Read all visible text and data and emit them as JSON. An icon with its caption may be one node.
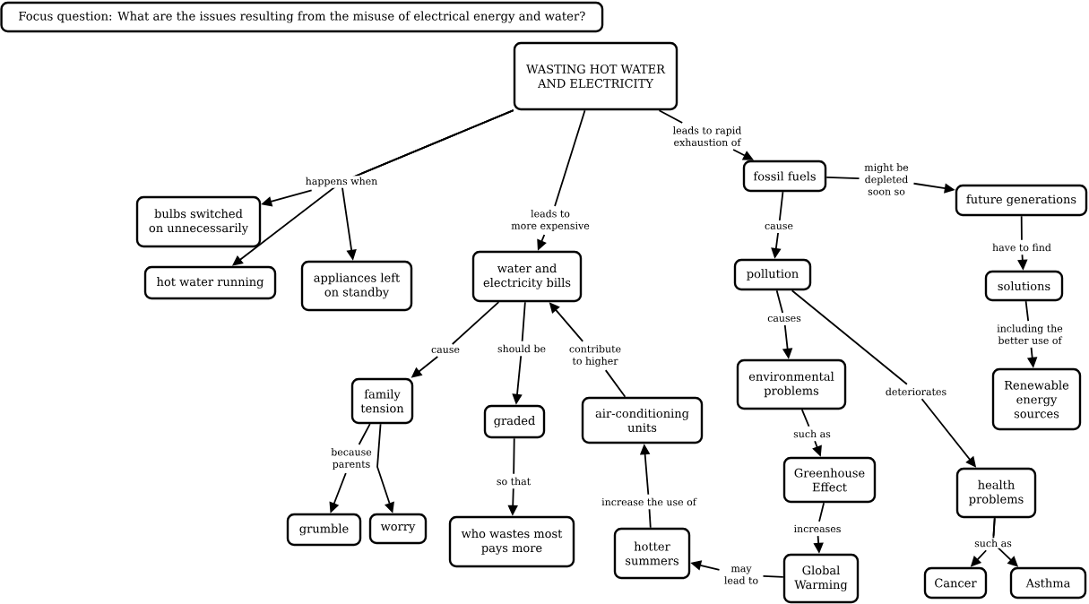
{
  "diagram": {
    "nodes": [
      {
        "text": [
          "Focus question: What are the issues resulting from the misuse of electrical energy and water?"
        ]
      },
      {
        "text": [
          "WASTING HOT WATER AND ELECTRICITY"
        ]
      },
      {
        "text": [
          "fossil fuels"
        ]
      },
      {
        "text": [
          "future generations"
        ]
      },
      {
        "text": [
          "bulbs switched on unnecessarily"
        ]
      },
      {
        "text": [
          "water and electricity bills"
        ]
      },
      {
        "text": [
          "pollution"
        ]
      },
      {
        "text": [
          "appliances left on standby"
        ]
      },
      {
        "text": [
          "hot water running"
        ]
      },
      {
        "text": [
          "solutions"
        ]
      },
      {
        "text": [
          "environmental problems"
        ]
      },
      {
        "text": [
          "Renewable energy sources"
        ]
      },
      {
        "text": [
          "family tension"
        ]
      },
      {
        "text": [
          "air-conditioning units"
        ]
      },
      {
        "text": [
          "graded"
        ]
      },
      {
        "text": [
          "Greenhouse Effect"
        ]
      },
      {
        "text": [
          "health problems"
        ]
      },
      {
        "text": [
          "grumble"
        ]
      },
      {
        "text": [
          "worry"
        ]
      },
      {
        "text": [
          "who wastes most pays more"
        ]
      },
      {
        "text": [
          "hotter summers"
        ]
      },
      {
        "text": [
          "Global Warming"
        ]
      },
      {
        "text": [
          "Cancer"
        ]
      },
      {
        "text": [
          "Asthma"
        ]
      }
    ],
    "edges": [
      {
        "from": 1,
        "to": 4,
        "arrow": "to",
        "label": "happens when"
      },
      {
        "from": 1,
        "to": 8,
        "arrow": "to"
      },
      {
        "from": 1,
        "to": 7,
        "arrow": "to"
      },
      {
        "from": 1,
        "to": 5,
        "arrow": "to",
        "label": "leads to more expensive"
      },
      {
        "from": 1,
        "to": 2,
        "arrow": "to",
        "label": "leads to rapid exhaustion of"
      },
      {
        "from": 2,
        "to": 3,
        "arrow": "to",
        "label": "might be depleted soon so"
      },
      {
        "from": 2,
        "to": 6,
        "arrow": "to",
        "label": "cause"
      },
      {
        "from": 3,
        "to": 9,
        "arrow": "to",
        "label": "have to find"
      },
      {
        "from": 5,
        "to": 12,
        "arrow": "to",
        "label": "cause"
      },
      {
        "from": 5,
        "to": 14,
        "arrow": "to",
        "label": "should be"
      },
      {
        "from": 13,
        "to": 5,
        "arrow": "to",
        "label": "contribute to higher"
      },
      {
        "from": 6,
        "to": 10,
        "arrow": "to",
        "label": "causes"
      },
      {
        "from": 6,
        "to": 16,
        "arrow": "to",
        "label": "deteriorates"
      },
      {
        "from": 9,
        "to": 11,
        "arrow": "to",
        "label": "including the better use of"
      },
      {
        "from": 12,
        "to": 17,
        "arrow": "to",
        "label": "because parents"
      },
      {
        "from": 12,
        "to": 18,
        "arrow": "to"
      },
      {
        "from": 14,
        "to": 19,
        "arrow": "to",
        "label": "so that"
      },
      {
        "from": 20,
        "to": 13,
        "arrow": "to",
        "label": "increase the use of"
      },
      {
        "from": 10,
        "to": 15,
        "arrow": "to",
        "label": "such as"
      },
      {
        "from": 15,
        "to": 21,
        "arrow": "to",
        "label": "increases"
      },
      {
        "from": 21,
        "to": 20,
        "arrow": "to",
        "label": "may lead to"
      },
      {
        "from": 16,
        "to": 22,
        "arrow": "to",
        "label": "such as"
      },
      {
        "from": 16,
        "to": 23,
        "arrow": "to"
      }
    ]
  }
}
